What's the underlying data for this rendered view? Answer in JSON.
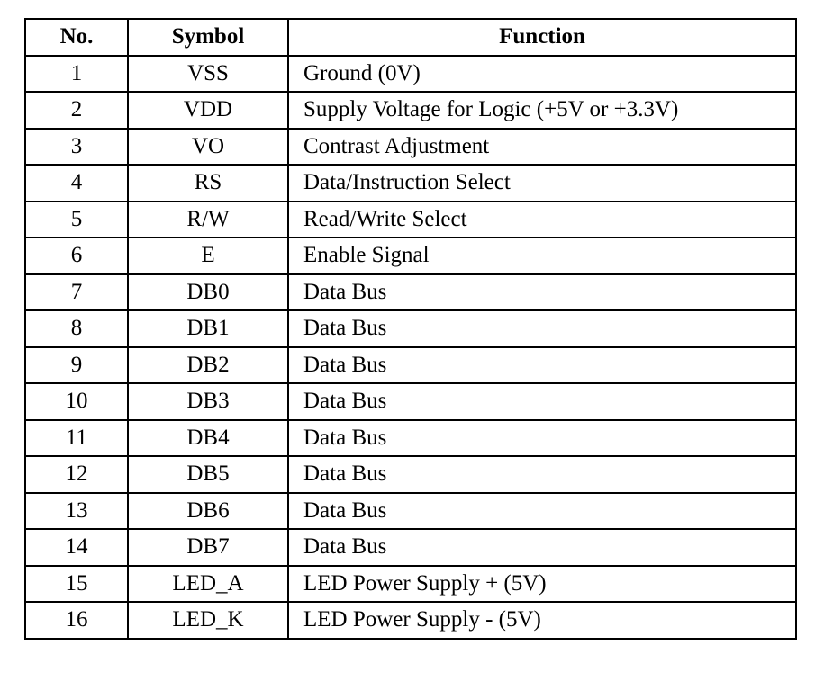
{
  "headers": {
    "no": "No.",
    "symbol": "Symbol",
    "function": "Function"
  },
  "rows": [
    {
      "no": "1",
      "symbol": "VSS",
      "function": "Ground (0V)"
    },
    {
      "no": "2",
      "symbol": "VDD",
      "function": "Supply Voltage for Logic (+5V or +3.3V)"
    },
    {
      "no": "3",
      "symbol": "VO",
      "function": "Contrast Adjustment"
    },
    {
      "no": "4",
      "symbol": "RS",
      "function": "Data/Instruction Select"
    },
    {
      "no": "5",
      "symbol": "R/W",
      "function": "Read/Write Select"
    },
    {
      "no": "6",
      "symbol": "E",
      "function": "Enable Signal"
    },
    {
      "no": "7",
      "symbol": "DB0",
      "function": "Data Bus"
    },
    {
      "no": "8",
      "symbol": "DB1",
      "function": "Data Bus"
    },
    {
      "no": "9",
      "symbol": "DB2",
      "function": "Data Bus"
    },
    {
      "no": "10",
      "symbol": "DB3",
      "function": "Data Bus"
    },
    {
      "no": "11",
      "symbol": "DB4",
      "function": "Data Bus"
    },
    {
      "no": "12",
      "symbol": "DB5",
      "function": "Data Bus"
    },
    {
      "no": "13",
      "symbol": "DB6",
      "function": "Data Bus"
    },
    {
      "no": "14",
      "symbol": "DB7",
      "function": "Data Bus"
    },
    {
      "no": "15",
      "symbol": "LED_A",
      "function": "LED Power Supply + (5V)"
    },
    {
      "no": "16",
      "symbol": "LED_K",
      "function": "LED Power Supply - (5V)"
    }
  ]
}
